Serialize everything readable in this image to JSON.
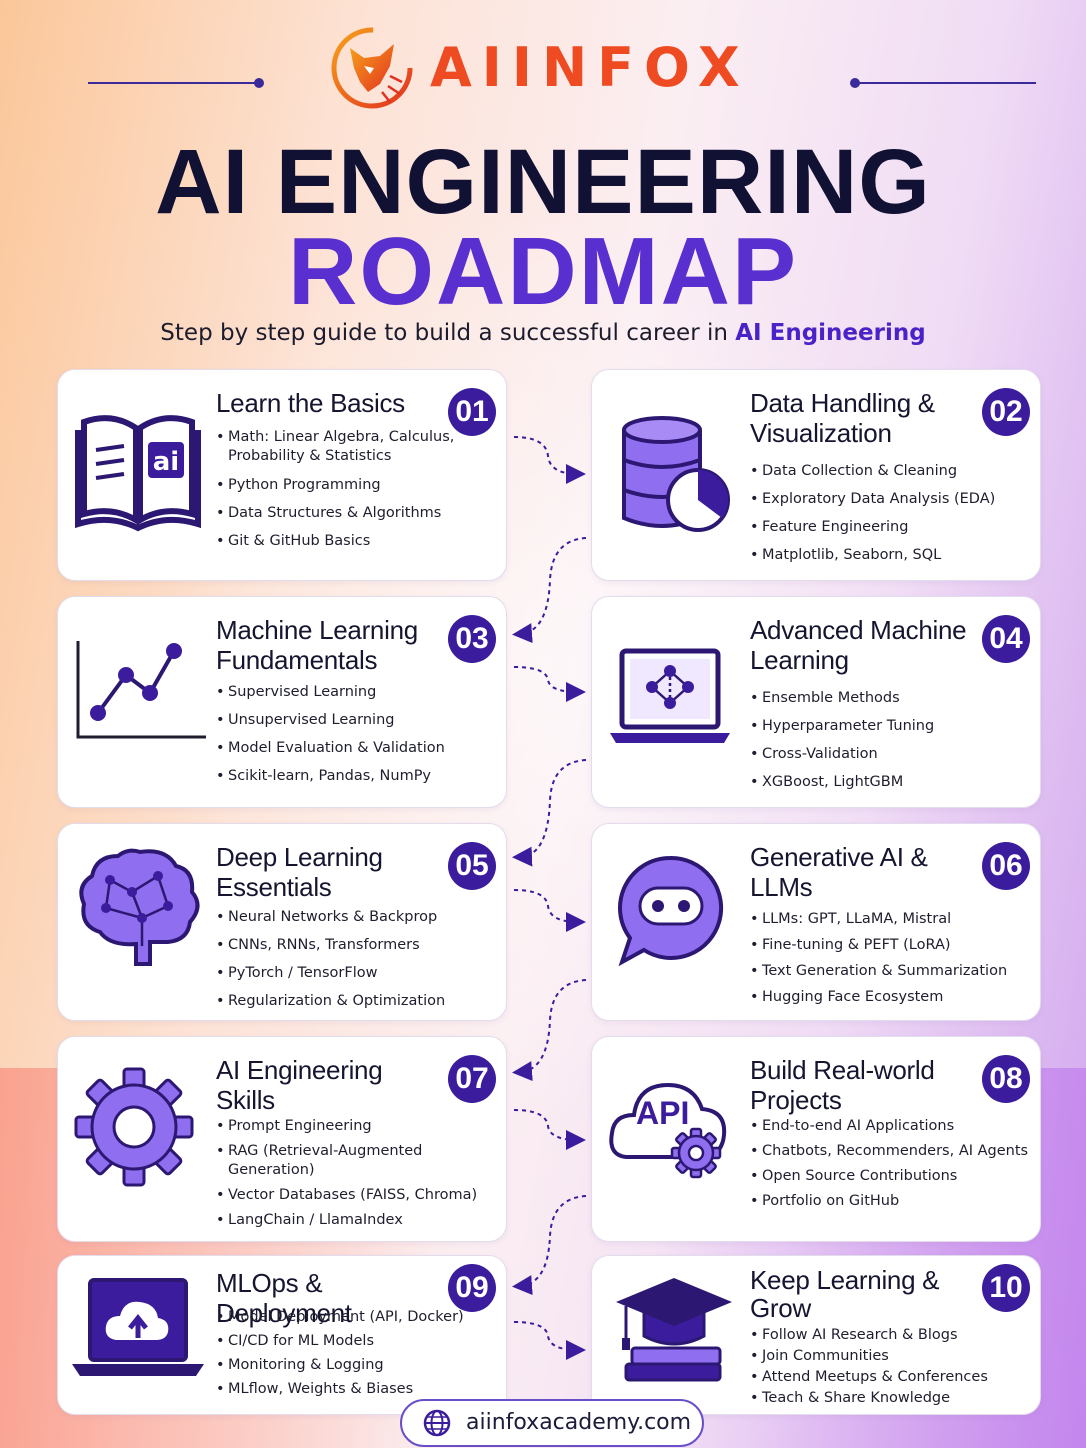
{
  "brand": {
    "logo_text": "AIINFOX"
  },
  "header": {
    "title_line1": "AI ENGINEERING",
    "title_line2": "ROADMAP",
    "subtitle_prefix": "Step by step guide to build a successful career in ",
    "subtitle_highlight": "AI Engineering"
  },
  "steps": [
    {
      "number": "01",
      "title": "Learn the Basics",
      "icon": "open-book-ai-icon",
      "items": [
        "Math: Linear Algebra, Calculus, Probability & Statistics",
        "Python Programming",
        "Data Structures & Algorithms",
        "Git & GitHub Basics"
      ]
    },
    {
      "number": "02",
      "title": "Data Handling & Visualization",
      "icon": "database-pie-chart-icon",
      "items": [
        "Data Collection & Cleaning",
        "Exploratory Data Analysis (EDA)",
        "Feature Engineering",
        "Matplotlib, Seaborn, SQL"
      ]
    },
    {
      "number": "03",
      "title": "Machine Learning Fundamentals",
      "icon": "line-chart-icon",
      "items": [
        "Supervised Learning",
        "Unsupervised Learning",
        "Model Evaluation & Validation",
        "Scikit-learn, Pandas, NumPy"
      ]
    },
    {
      "number": "04",
      "title": "Advanced Machine Learning",
      "icon": "laptop-network-icon",
      "items": [
        "Ensemble Methods",
        "Hyperparameter Tuning",
        "Cross-Validation",
        "XGBoost, LightGBM"
      ]
    },
    {
      "number": "05",
      "title": "Deep Learning Essentials",
      "icon": "brain-network-icon",
      "items": [
        "Neural Networks & Backprop",
        "CNNs, RNNs, Transformers",
        "PyTorch / TensorFlow",
        "Regularization & Optimization"
      ]
    },
    {
      "number": "06",
      "title": "Generative AI & LLMs",
      "icon": "chat-bot-icon",
      "items": [
        "LLMs: GPT, LLaMA, Mistral",
        "Fine-tuning & PEFT (LoRA)",
        "Text Generation & Summarization",
        "Hugging Face Ecosystem"
      ]
    },
    {
      "number": "07",
      "title": "AI Engineering Skills",
      "icon": "gear-icon",
      "items": [
        "Prompt Engineering",
        "RAG (Retrieval-Augmented Generation)",
        "Vector Databases (FAISS, Chroma)",
        "LangChain / LlamaIndex"
      ]
    },
    {
      "number": "08",
      "title": "Build Real-world Projects",
      "icon": "api-cloud-gear-icon",
      "icon_text": "API",
      "items": [
        "End-to-end AI Applications",
        "Chatbots, Recommenders, AI Agents",
        "Open Source Contributions",
        "Portfolio on GitHub"
      ]
    },
    {
      "number": "09",
      "title": "MLOps & Deployment",
      "icon": "laptop-cloud-upload-icon",
      "items": [
        "Model Deployment (API, Docker)",
        "CI/CD for ML Models",
        "Monitoring & Logging",
        "MLflow, Weights & Biases"
      ]
    },
    {
      "number": "10",
      "title": "Keep Learning & Grow",
      "icon": "graduation-cap-books-icon",
      "items": [
        "Follow AI Research & Blogs",
        "Join Communities",
        "Attend Meetups & Conferences",
        "Teach & Share Knowledge"
      ]
    }
  ],
  "footer": {
    "url": "aiinfoxacademy.com",
    "icon": "globe-icon"
  },
  "colors": {
    "primary": "#3a1c9c",
    "accent": "#5a2fd0",
    "brand_orange": "#ef4b23",
    "icon_fill": "#8f6ef0"
  }
}
